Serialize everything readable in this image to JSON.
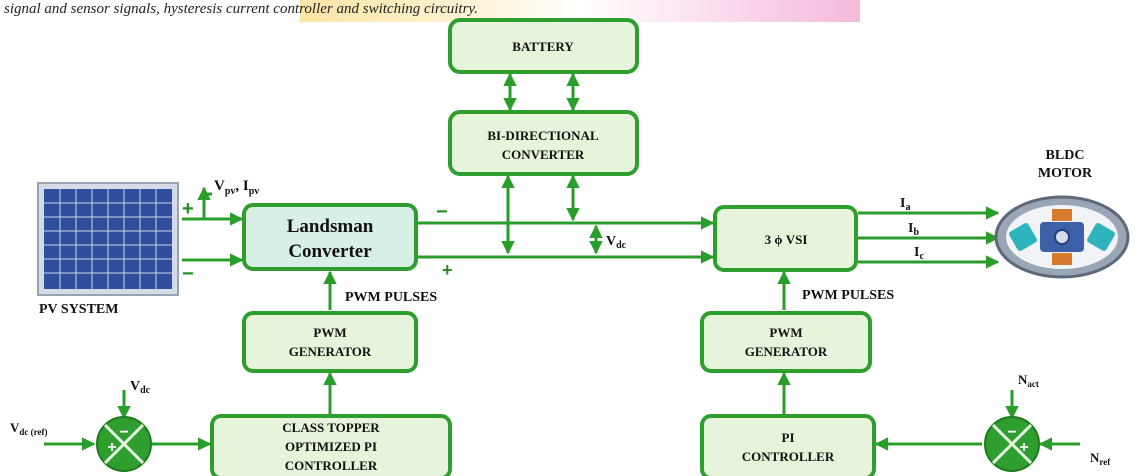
{
  "header_text": "signal and sensor signals, hysteresis current controller and switching circuitry.",
  "blocks": {
    "battery": [
      "BATTERY"
    ],
    "bidirectional": [
      "BI-DIRECTIONAL",
      "CONVERTER"
    ],
    "landsman": [
      "Landsman",
      "Converter"
    ],
    "vsi": [
      "3 ϕ VSI"
    ],
    "pwm_left": [
      "PWM",
      "GENERATOR"
    ],
    "pwm_right": [
      "PWM",
      "GENERATOR"
    ],
    "ctopi": [
      "CLASS TOPPER",
      "OPTIMIZED PI",
      "CONTROLLER"
    ],
    "pi": [
      "PI",
      "CONTROLLER"
    ]
  },
  "labels": {
    "pv_system": "PV SYSTEM",
    "bldc_motor": [
      "BLDC",
      "MOTOR"
    ],
    "pwm_pulses_left": "PWM PULSES",
    "pwm_pulses_right": "PWM PULSES",
    "vpv_ipv": {
      "v": "V",
      "v_sub": "pv",
      "sep": ", ",
      "i": "I",
      "i_sub": "pv"
    },
    "vdc_bus": {
      "base": "V",
      "sub": "dc"
    },
    "vdc_left": {
      "base": "V",
      "sub": "dc"
    },
    "vdc_ref": {
      "base": "V",
      "sub": "dc (ref)"
    },
    "ia": {
      "base": "I",
      "sub": "a"
    },
    "ib": {
      "base": "I",
      "sub": "b"
    },
    "ic": {
      "base": "I",
      "sub": "c"
    },
    "nact": {
      "base": "N",
      "sub": "act"
    },
    "nref": {
      "base": "N",
      "sub": "ref"
    }
  },
  "signs": {
    "pv_plus": "+",
    "pv_minus": "−",
    "bus_minus": "−",
    "bus_plus": "+",
    "sum_left_minus": "−",
    "sum_left_plus": "+",
    "sum_right_minus": "−",
    "sum_right_plus": "+"
  },
  "colors": {
    "wire": "#2a9e2a",
    "box_fill": "#e6f4dc",
    "box_stroke": "#2e9e2e",
    "landsman_fill": "#d8efe6",
    "summer_fill": "#2e9e2e",
    "panel_blue": "#2f4f9e"
  }
}
